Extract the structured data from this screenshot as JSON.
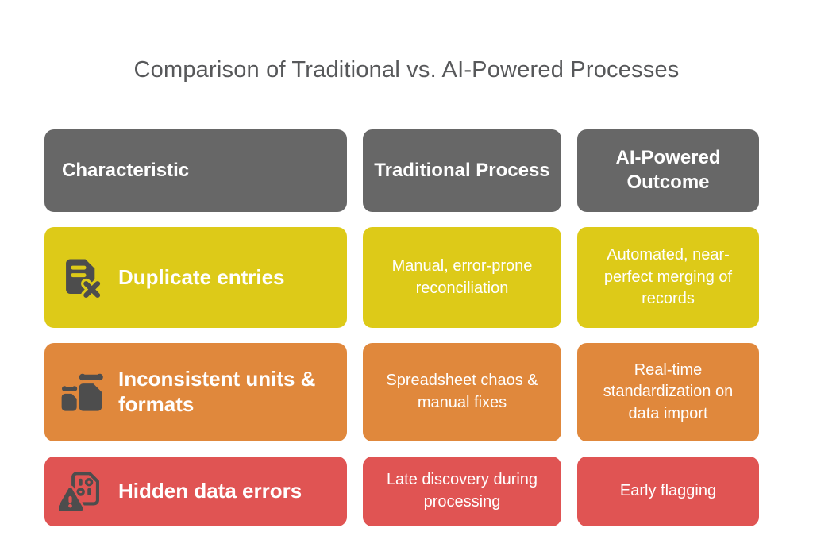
{
  "title": "Comparison of Traditional vs. AI-Powered Processes",
  "colors": {
    "background": "#ffffff",
    "title_text": "#57585a",
    "header_bg": "#676767",
    "cell_text": "#ffffff",
    "icon_dark": "#4d4d4d",
    "row_yellow": "#ddca18",
    "row_orange": "#e0883c",
    "row_red": "#e05453"
  },
  "table": {
    "columns": [
      {
        "label": "Characteristic"
      },
      {
        "label": "Traditional Process"
      },
      {
        "label": "AI-Powered Outcome"
      }
    ],
    "rows": [
      {
        "characteristic": "Duplicate entries",
        "icon": "document-delete-icon",
        "color": "#ddca18",
        "traditional": "Manual, error-prone reconciliation",
        "ai_powered": "Automated, near-perfect merging of records"
      },
      {
        "characteristic": "Inconsistent units & formats",
        "icon": "weights-icon",
        "color": "#e0883c",
        "traditional": "Spreadsheet chaos & manual fixes",
        "ai_powered": "Real-time standardization on data import"
      },
      {
        "characteristic": "Hidden data errors",
        "icon": "data-warning-icon",
        "color": "#e05453",
        "traditional": "Late discovery during processing",
        "ai_powered": "Early flagging"
      }
    ]
  }
}
